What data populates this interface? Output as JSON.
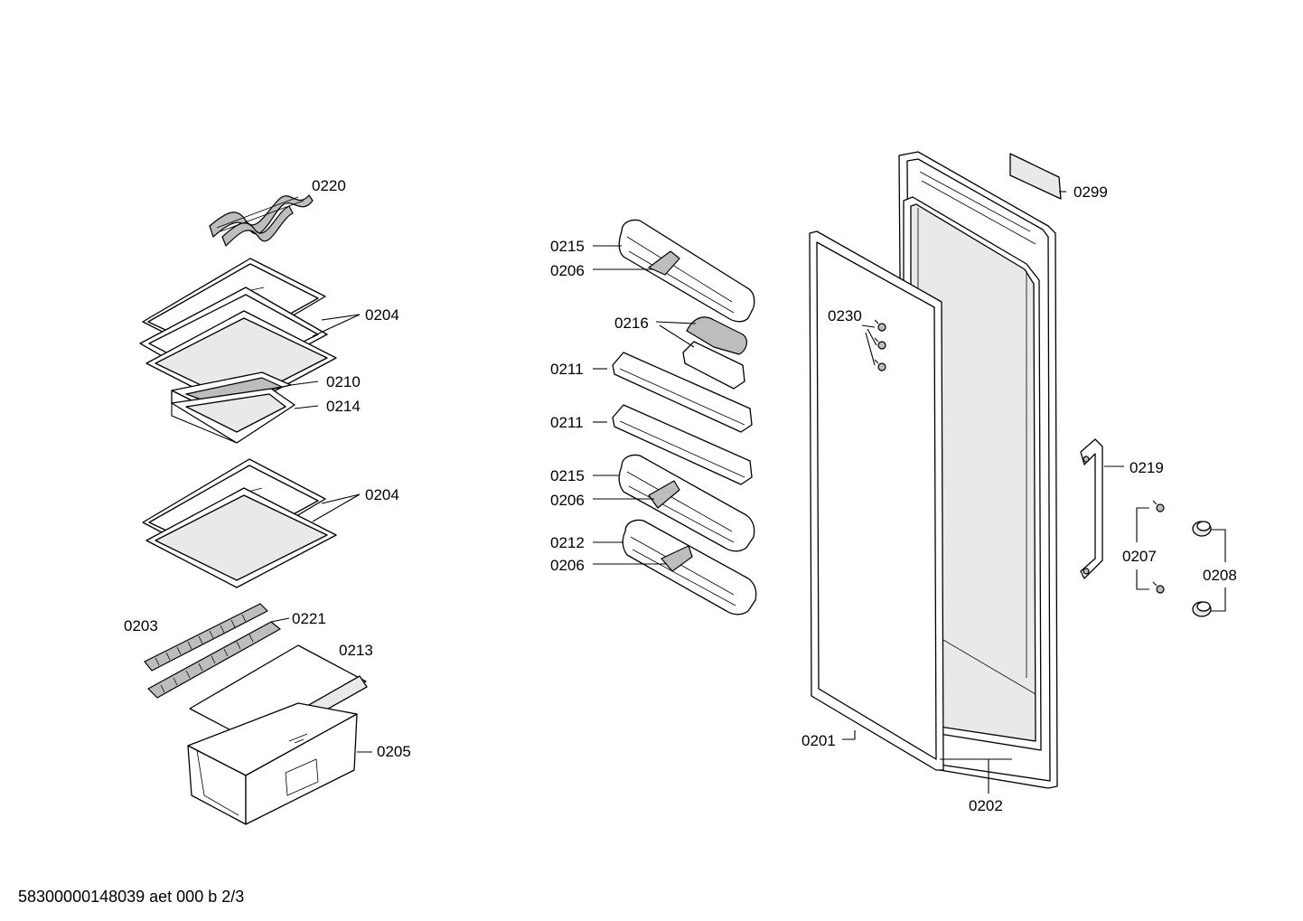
{
  "labels": {
    "l0220": "0220",
    "l0204a": "0204",
    "l0210": "0210",
    "l0214": "0214",
    "l0204b": "0204",
    "l0203": "0203",
    "l0221": "0221",
    "l0213": "0213",
    "l0205": "0205",
    "l0215a": "0215",
    "l0206a": "0206",
    "l0216": "0216",
    "l0211a": "0211",
    "l0211b": "0211",
    "l0215b": "0215",
    "l0206b": "0206",
    "l0212": "0212",
    "l0206c": "0206",
    "l0230": "0230",
    "l0201": "0201",
    "l0202": "0202",
    "l0299": "0299",
    "l0219": "0219",
    "l0207": "0207",
    "l0208": "0208"
  },
  "footer": "58300000148039 aet 000 b 2/3"
}
